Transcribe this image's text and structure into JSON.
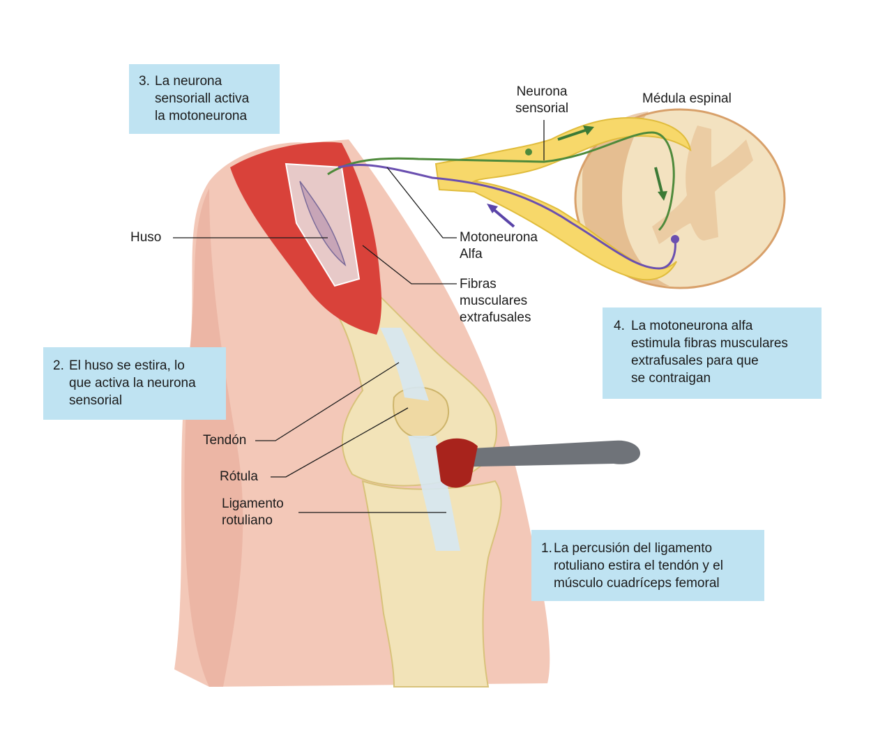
{
  "callouts": {
    "step3": {
      "number": "3.",
      "text": "La neurona\nsensoriall activa\nla motoneurona"
    },
    "step2": {
      "number": "2.",
      "text": "El huso se estira, lo\nque activa la neurona\nsensorial"
    },
    "step4": {
      "number": "4.",
      "text": "La motoneurona alfa\nestimula fibras musculares\nextrafusales para que\nse contraigan"
    },
    "step1": {
      "number": "1.",
      "text": "La percusión del ligamento\nrotuliano estira el tendón y el\nmúsculo cuadríceps femoral"
    }
  },
  "labels": {
    "neurona_sensorial": "Neurona\nsensorial",
    "medula_espinal": "Médula espinal",
    "huso": "Huso",
    "motoneurona_alfa": "Motoneurona\nAlfa",
    "fibras_extrafusales": "Fibras\nmusculares\nextrafusales",
    "tendon": "Tendón",
    "rotula": "Rótula",
    "ligamento_rotuliano": "Ligamento\nrotuliano"
  },
  "colors": {
    "skin": "#f3c8b8",
    "muscle": "#d9423a",
    "bone": "#f2e3b8",
    "tendon": "#d6e7f2",
    "callout_bg": "#bfe3f2",
    "sensory_neuron": "#4e8a3b",
    "motor_neuron": "#6a4fb0",
    "nerve": "#f7d86a",
    "spinal_cord": "#f3e2c0",
    "hammer_head": "#a8231c",
    "hammer_handle": "#6f7379"
  }
}
